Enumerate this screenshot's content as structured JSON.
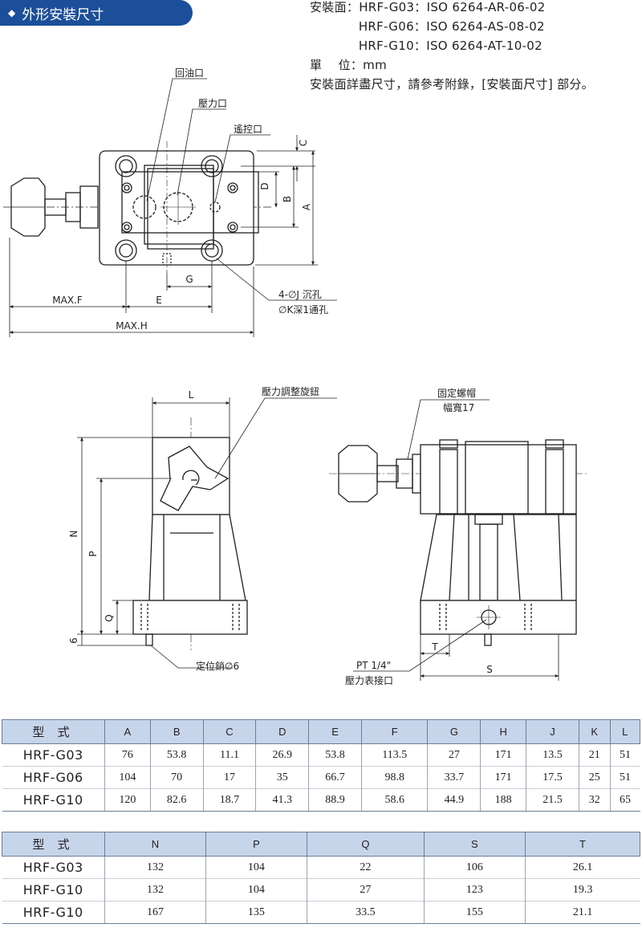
{
  "header": {
    "title": "外形安裝尺寸",
    "bullet": "◆"
  },
  "spec": {
    "lines": [
      "安裝面：HRF-G03：ISO 6264-AR-06-02",
      "            HRF-G06：ISO 6264-AS-08-02",
      "            HRF-G10：ISO 6264-AT-10-02",
      "單    位：mm",
      "安裝面詳盡尺寸，請參考附錄，[安裝面尺寸] 部分。"
    ]
  },
  "top_view": {
    "labels": {
      "return_port": "回油口",
      "pressure_port": "壓力口",
      "remote_port": "遙控口",
      "C": "C",
      "D": "D",
      "B": "B",
      "A": "A",
      "G": "G",
      "holes1": "4-∅J 沉孔",
      "holes2": "∅K深1通孔",
      "maxf": "MAX.F",
      "e": "E",
      "maxh": "MAX.H"
    }
  },
  "front_view": {
    "labels": {
      "L": "L",
      "knob": "壓力調整旋鈕",
      "N": "N",
      "P": "P",
      "Q": "Q",
      "six": "6",
      "pin": "定位銷∅6"
    }
  },
  "side_view": {
    "labels": {
      "nut1": "固定螺帽",
      "nut2": "幅寬17",
      "T": "T",
      "S": "S",
      "pt": "PT 1/4\"",
      "gauge": "壓力表接口"
    }
  },
  "table1": {
    "headers": [
      "型 式",
      "A",
      "B",
      "C",
      "D",
      "E",
      "F",
      "G",
      "H",
      "J",
      "K",
      "L"
    ],
    "rows": [
      [
        "HRF-G03",
        "76",
        "53.8",
        "11.1",
        "26.9",
        "53.8",
        "113.5",
        "27",
        "171",
        "13.5",
        "21",
        "51"
      ],
      [
        "HRF-G06",
        "104",
        "70",
        "17",
        "35",
        "66.7",
        "98.8",
        "33.7",
        "171",
        "17.5",
        "25",
        "51"
      ],
      [
        "HRF-G10",
        "120",
        "82.6",
        "18.7",
        "41.3",
        "88.9",
        "58.6",
        "44.9",
        "188",
        "21.5",
        "32",
        "65"
      ]
    ]
  },
  "table2": {
    "headers": [
      "型 式",
      "N",
      "P",
      "Q",
      "S",
      "T"
    ],
    "rows": [
      [
        "HRF-G03",
        "132",
        "104",
        "22",
        "106",
        "26.1"
      ],
      [
        "HRF-G10",
        "132",
        "104",
        "27",
        "123",
        "19.3"
      ],
      [
        "HRF-G10",
        "167",
        "135",
        "33.5",
        "155",
        "21.1"
      ]
    ]
  }
}
